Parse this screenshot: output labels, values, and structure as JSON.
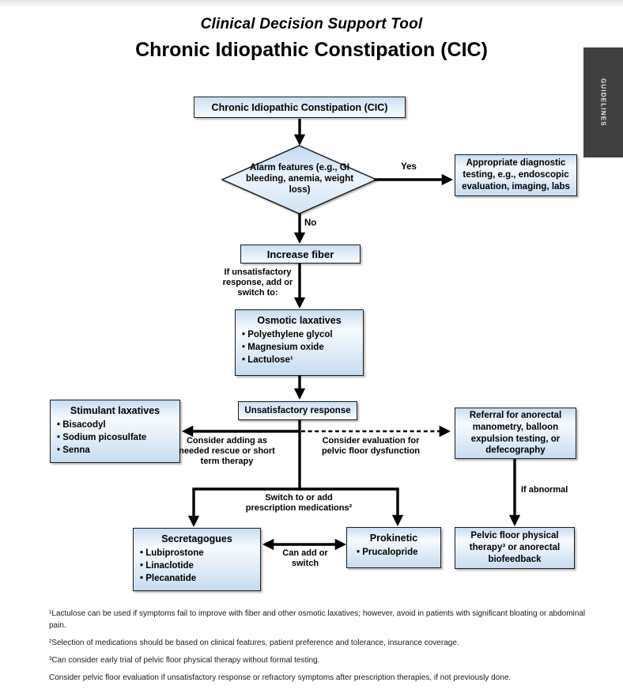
{
  "page": {
    "supertitle": "Clinical Decision Support Tool",
    "title": "Chronic Idiopathic Constipation (CIC)",
    "side_tab": "GUIDELINES"
  },
  "colors": {
    "node_fill_top": "#c7dcf0",
    "node_fill_mid": "#f8fbfe",
    "node_border": "#1b1b1b",
    "tab_background": "#404040",
    "connector": "#000000"
  },
  "flow": {
    "start": "Chronic Idiopathic Constipation (CIC)",
    "decision": "Alarm features (e.g., GI bleeding, anemia, weight loss)",
    "yes_label": "Yes",
    "no_label": "No",
    "diagnostic": "Appropriate diagnostic testing, e.g., endoscopic evaluation, imaging, labs",
    "fiber": "Increase fiber",
    "fiber_note": "If unsatisfactory response, add or switch to:",
    "osmotic": {
      "title": "Osmotic laxatives",
      "items": [
        "Polyethylene glycol",
        "Magnesium oxide",
        "Lactulose¹"
      ]
    },
    "unsatisfactory": "Unsatisfactory response",
    "stimulant": {
      "title": "Stimulant laxatives",
      "items": [
        "Bisacodyl",
        "Sodium picosulfate",
        "Senna"
      ]
    },
    "stimulant_arrow_label": "Consider adding as needed rescue or short term therapy",
    "pelvic_eval_arrow_label": "Consider evaluation for pelvic floor dysfunction",
    "referral": "Referral for anorectal manometry, balloon expulsion testing, or defecography",
    "if_abnormal_label": "If abnormal",
    "pelvic_therapy": "Pelvic floor physical therapy³ or anorectal biofeedback",
    "switch_arrow_label": "Switch to or add prescription medications²",
    "secretagogues": {
      "title": "Secretagogues",
      "items": [
        "Lubiprostone",
        "Linaclotide",
        "Plecanatide"
      ]
    },
    "can_add_arrow_label": "Can add or switch",
    "prokinetic": {
      "title": "Prokinetic",
      "items": [
        "Prucalopride"
      ]
    }
  },
  "footnotes": [
    "¹Lactulose can be used if symptoms fail to improve with fiber and other osmotic laxatives; however, avoid in patients with significant bloating or abdominal pain.",
    "²Selection of medications should be based on clinical features, patient preference and tolerance, insurance coverage.",
    "³Can consider early trial of pelvic floor physical therapy without formal testing.",
    "Consider pelvic floor evaluation if unsatisfactory response or refractory symptoms after prescription therapies, if not previously done."
  ]
}
